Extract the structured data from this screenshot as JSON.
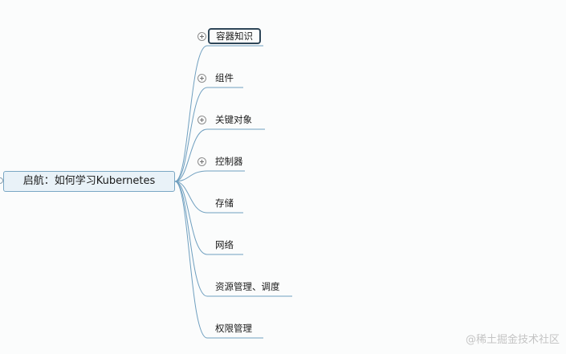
{
  "root": {
    "label": "启航：如何学习Kubernetes"
  },
  "topics": [
    {
      "label": "容器知识",
      "collapsed": true,
      "selected": true
    },
    {
      "label": "组件",
      "collapsed": true
    },
    {
      "label": "关键对象",
      "collapsed": true
    },
    {
      "label": "控制器",
      "collapsed": true
    },
    {
      "label": "存储"
    },
    {
      "label": "网络"
    },
    {
      "label": "资源管理、调度"
    },
    {
      "label": "权限管理"
    }
  ],
  "watermark": "@稀土掘金技术社区",
  "colors": {
    "connector": "#6f9fbf",
    "selection": "#2e4658",
    "root_fill": "#e9f2f8"
  }
}
